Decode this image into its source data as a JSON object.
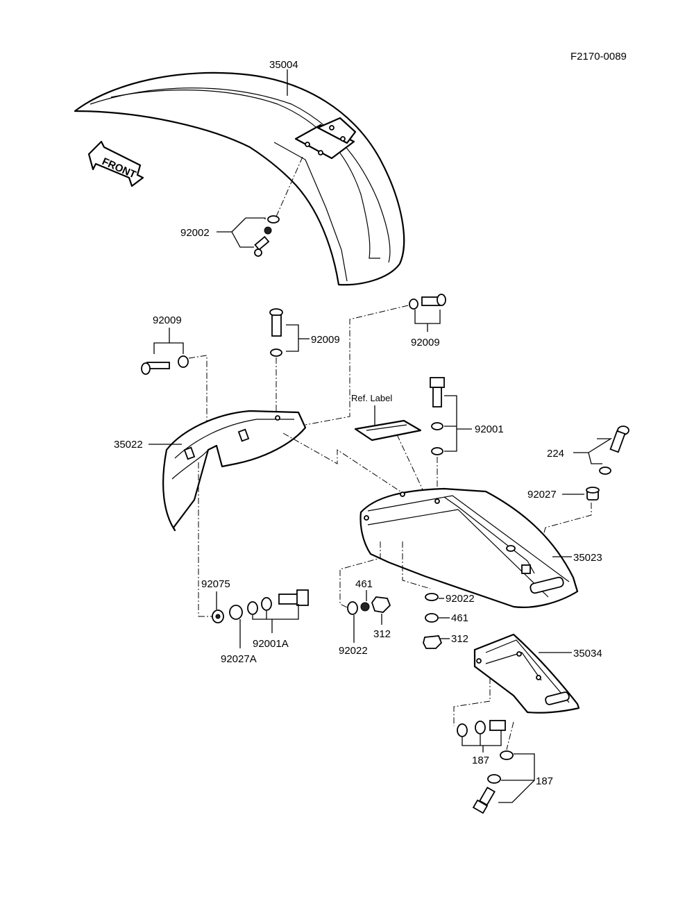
{
  "figure_code": "F2170-0089",
  "direction_arrow": "FRONT",
  "ref_label": "Ref. Label",
  "callouts": {
    "front_fender": "35004",
    "front_fender_bolt_set": "92002",
    "flap_bolt_left": "92009",
    "flap_bolt_top": "92009",
    "flap_bolt_right": "92009",
    "front_flap": "35022",
    "rear_fender_bolts": "92001",
    "flap_bolt_lower": "224",
    "collar_right": "92027",
    "rear_fender": "35023",
    "washer_left": "92075",
    "bolt_lower_left": "92001A",
    "collar_lower_left": "92027A",
    "nut_center_461": "461",
    "nut_center_312": "312",
    "washer_center": "92022",
    "washer_right": "92022",
    "nut_right_461": "461",
    "nut_right_312": "312",
    "rear_flap": "35034",
    "bolt_set_187_a": "187",
    "bolt_set_187_b": "187"
  }
}
